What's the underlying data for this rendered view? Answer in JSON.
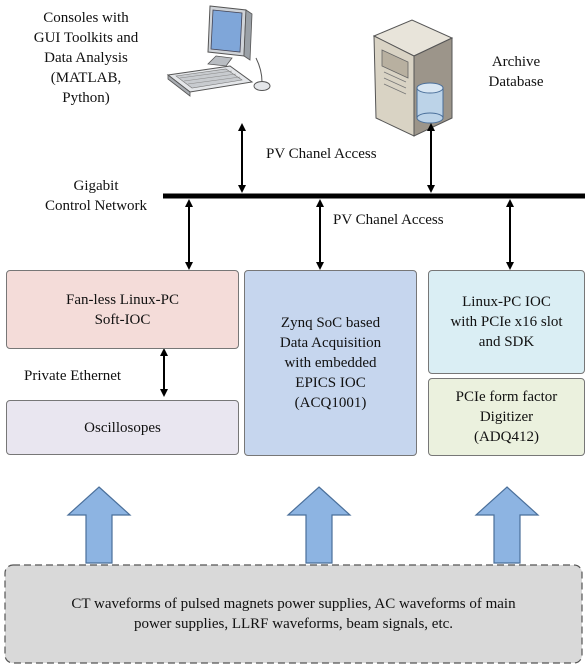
{
  "labels": {
    "consoles": [
      "Consoles with",
      "GUI Toolkits and",
      "Data Analysis",
      "(MATLAB,",
      "Python)"
    ],
    "archive": [
      "Archive",
      "Database"
    ],
    "pv_access_top": "PV Chanel Access",
    "pv_access_mid": "PV Chanel Access",
    "network": [
      "Gigabit",
      "Control Network"
    ],
    "private_ethernet": "Private Ethernet"
  },
  "boxes": {
    "softioc": {
      "lines": [
        "Fan-less Linux-PC",
        "Soft-IOC"
      ],
      "fill": "#f4dcd9"
    },
    "oscilloscopes": {
      "lines": [
        "Oscillosopes"
      ],
      "fill": "#e9e6f0"
    },
    "zynq": {
      "lines": [
        "Zynq SoC based",
        "Data Acquisition",
        "with embedded",
        "EPICS IOC",
        "(ACQ1001)"
      ],
      "fill": "#c6d6ee"
    },
    "linuxpc": {
      "lines": [
        "Linux-PC IOC",
        "with PCIe x16 slot",
        "and SDK"
      ],
      "fill": "#daeef4"
    },
    "digitizer": {
      "lines": [
        "PCIe form factor",
        "Digitizer",
        "(ADQ412)"
      ],
      "fill": "#ebf1de"
    },
    "sources": {
      "lines": [
        "CT waveforms of pulsed magnets power supplies, AC waveforms of main",
        "power supplies, LLRF waveforms, beam signals, etc."
      ],
      "fill": "#d9d9d9"
    }
  },
  "icons": [
    "computer-icon",
    "server-icon"
  ],
  "colors": {
    "up_arrow": "#8db4e2",
    "up_arrow_stroke": "#4a6f9a",
    "network_bus": "#000000"
  }
}
